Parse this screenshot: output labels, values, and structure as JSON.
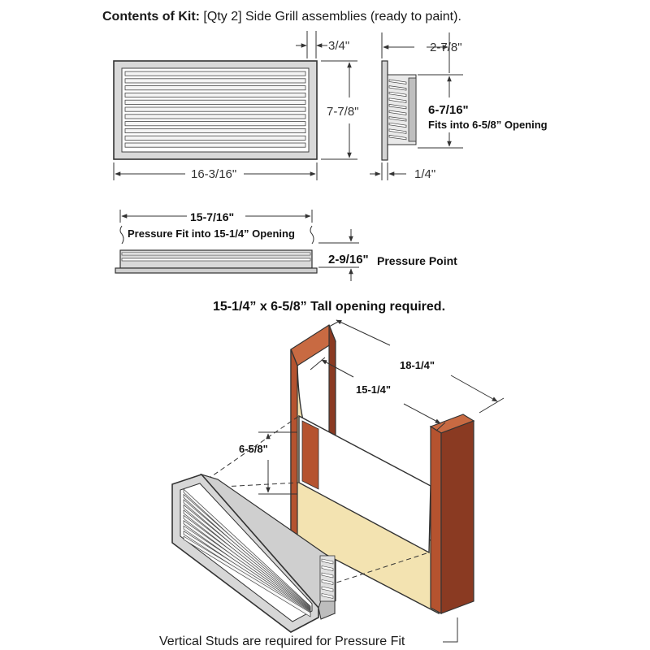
{
  "header": {
    "prefix": "Contents of Kit:",
    "text": " [Qty 2] Side Grill assemblies (ready to paint)."
  },
  "front_view": {
    "depth": "3/4\"",
    "height": "7-7/8\"",
    "width": "16-3/16\""
  },
  "side_view": {
    "depth": "2-7/8\"",
    "height": "6-7/16\"",
    "fit_note": "Fits into 6-5/8” Opening",
    "flange": "1/4\""
  },
  "top_view": {
    "width": "15-7/16\"",
    "fit_note": "Pressure Fit into 15-1/4” Opening",
    "pressure_dim": "2-9/16\"",
    "pressure_label": "Pressure Point"
  },
  "requirement": "15-1/4” x 6-5/8” Tall opening required.",
  "install_view": {
    "outer_width": "18-1/4\"",
    "inner_width": "15-1/4\"",
    "opening_height": "6-5/8\"",
    "footnote": "Vertical Studs are required for Pressure Fit"
  },
  "colors": {
    "panel": "#f3e3b1",
    "stud_front": "#b5532f",
    "stud_side": "#8a3a22",
    "stud_top": "#c86a42",
    "frame": "#cfcfcf"
  }
}
